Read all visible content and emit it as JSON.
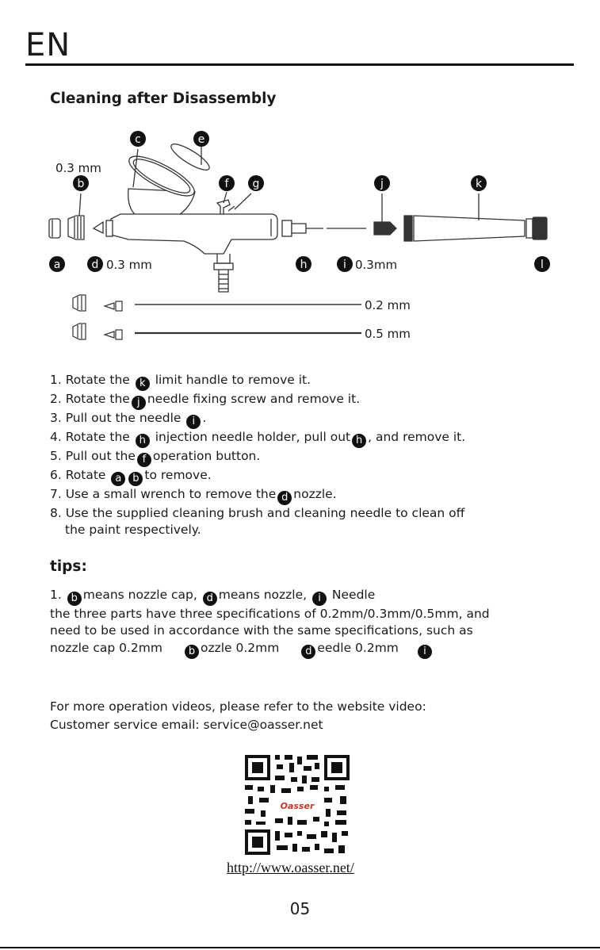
{
  "header": {
    "language": "EN"
  },
  "section": {
    "title": "Cleaning after Disassembly"
  },
  "diagram": {
    "parts": [
      "a",
      "b",
      "c",
      "d",
      "e",
      "f",
      "g",
      "h",
      "i",
      "j",
      "k",
      "l"
    ],
    "nozzle_cap_size": "0.3 mm",
    "nozzle_size": "0.3 mm",
    "needle_size": "0.3mm",
    "spare_set_1_size": "0.2 mm",
    "spare_set_2_size": "0.5 mm"
  },
  "steps": [
    {
      "pre": "1. Rotate the ",
      "badge": "k",
      "post": " limit handle to remove it."
    },
    {
      "pre": "2. Rotate the",
      "badge": "j",
      "post": "needle fixing screw and remove it."
    },
    {
      "pre": "3. Pull out the needle ",
      "badge": "i",
      "post": "."
    },
    {
      "pre": "4. Rotate the ",
      "badge": "h",
      "post": " injection needle holder, pull out",
      "badge2": "h",
      "post2": ", and remove it."
    },
    {
      "pre": "5. Pull out the",
      "badge": "f",
      "post": "operation button."
    },
    {
      "pre": "6. Rotate ",
      "badge": "a",
      "badge2": "b",
      "post": "",
      "post2": "to remove."
    },
    {
      "pre": "7. Use a small wrench to remove the",
      "badge": "d",
      "post": "nozzle."
    },
    {
      "pre": "8. Use the supplied cleaning brush and cleaning needle to clean off",
      "badge": "",
      "post": ""
    }
  ],
  "step8_cont": "the paint respectively.",
  "tips": {
    "title": "tips:",
    "line1": {
      "p1": "1. ",
      "b1": "b",
      "p2": "means nozzle cap, ",
      "b2": "d",
      "p3": "means nozzle, ",
      "b3": "i",
      "p4": " Needle"
    },
    "line2": "the three parts have three specifications of 0.2mm/0.3mm/0.5mm, and",
    "line3": "need to be used in accordance with the same specifications, such as",
    "line4": {
      "p1": "nozzle cap 0.2mm",
      "b1": "b",
      "p2": "ozzle 0.2mm",
      "b2": "d",
      "p3": "eedle 0.2mm",
      "b3": "i"
    }
  },
  "contact": {
    "videos": "For more operation videos, please refer to the website video:",
    "email": "Customer service email: service@oasser.net"
  },
  "qr": {
    "brand": "Oasser",
    "url": "http://www.oasser.net/"
  },
  "footer": {
    "page": "05"
  }
}
